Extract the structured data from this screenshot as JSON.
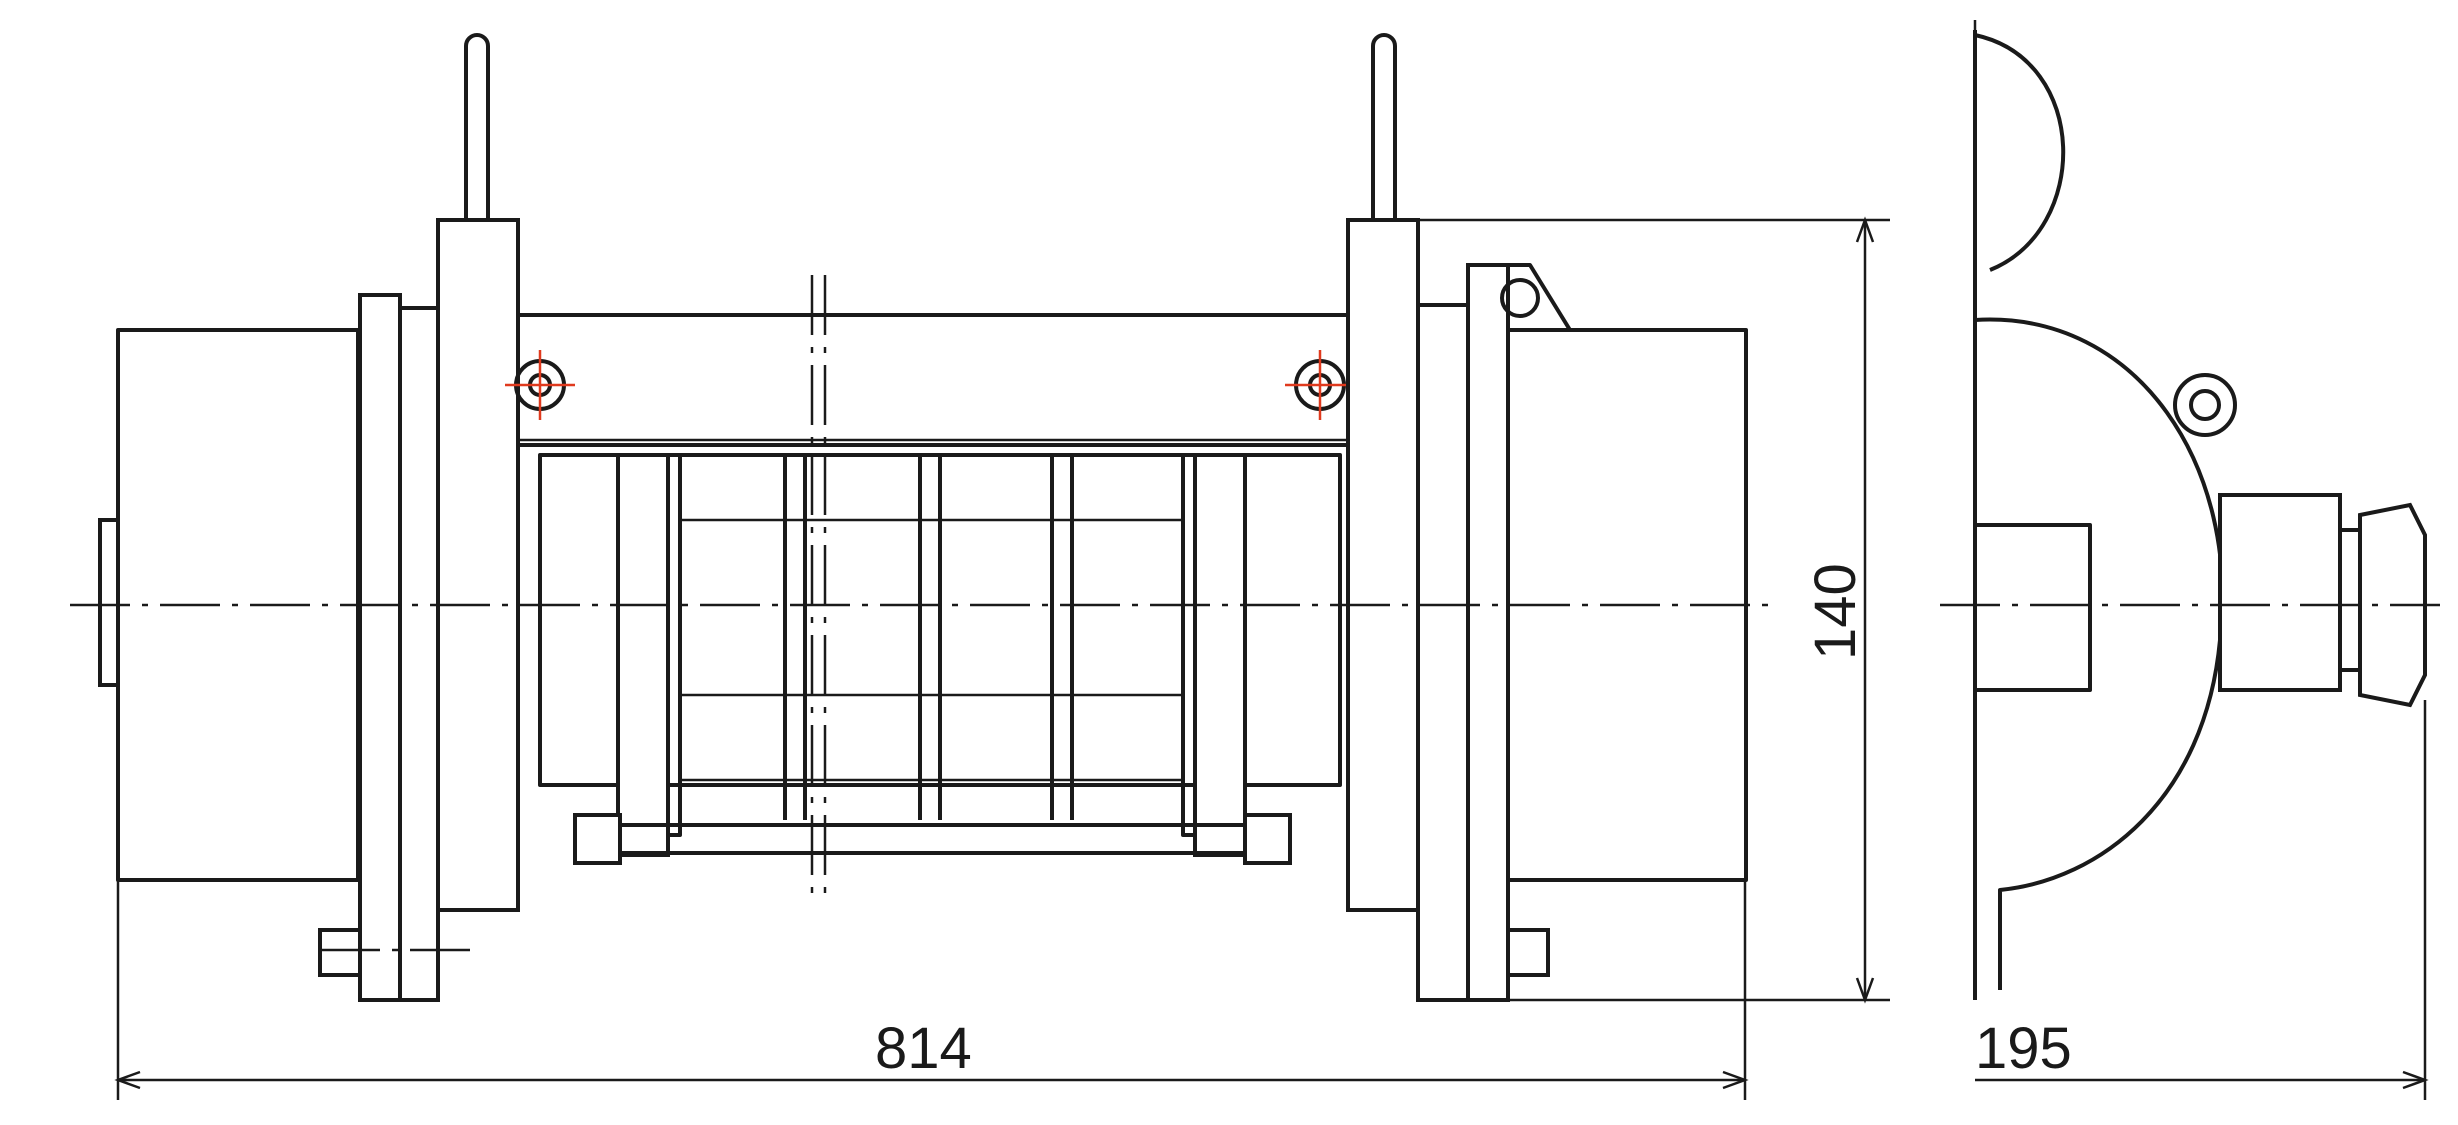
{
  "dimensions": {
    "overall_length": "814",
    "height": "140",
    "side_width": "195"
  }
}
